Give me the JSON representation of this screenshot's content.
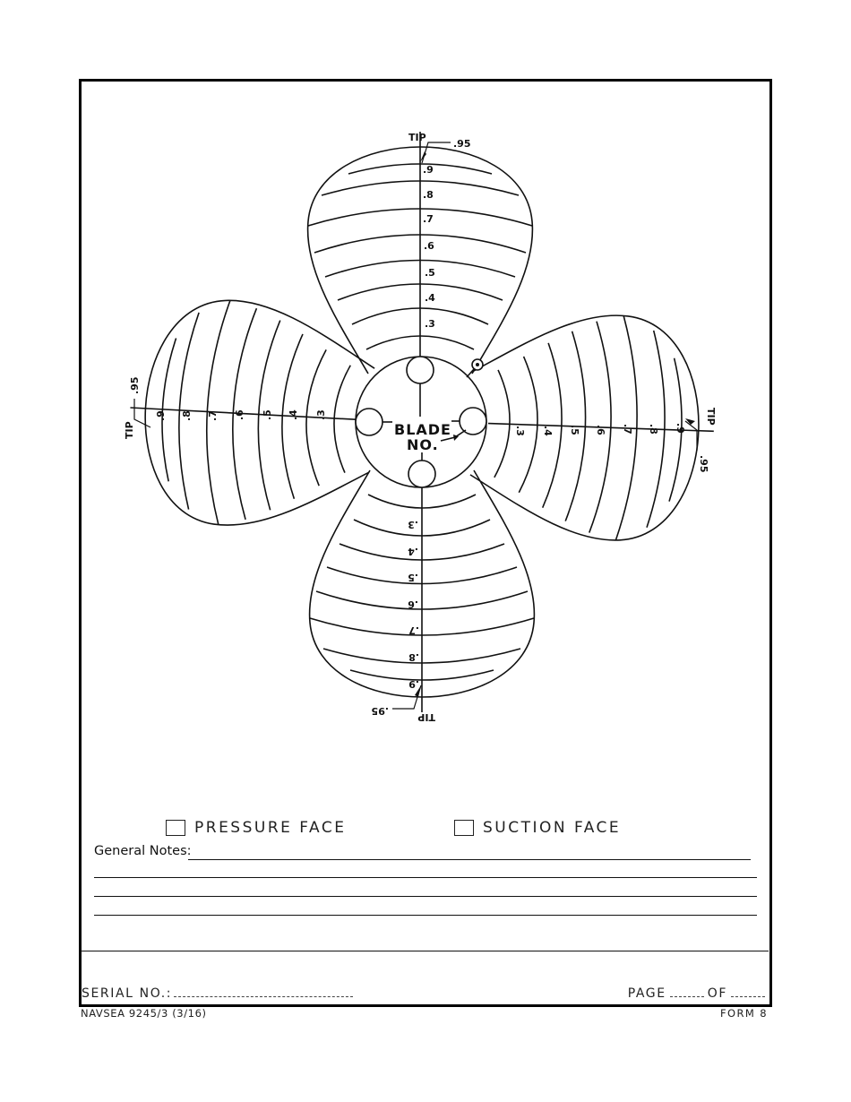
{
  "diagram": {
    "hub_label_line1": "BLADE",
    "hub_label_line2": "NO.",
    "tip_label": "TIP",
    "tip_radius": ".95",
    "radius_marks": [
      ".3",
      ".4",
      ".5",
      ".6",
      ".7",
      ".8",
      ".9"
    ]
  },
  "faces": {
    "pressure_label": "PRESSURE FACE",
    "suction_label": "SUCTION FACE"
  },
  "notes": {
    "label": "General Notes:"
  },
  "footer": {
    "serial_label": "SERIAL NO.:",
    "page_label": "PAGE",
    "of_label": "OF",
    "form_id": "NAVSEA 9245/3 (3/16)",
    "form_number": "FORM 8"
  }
}
